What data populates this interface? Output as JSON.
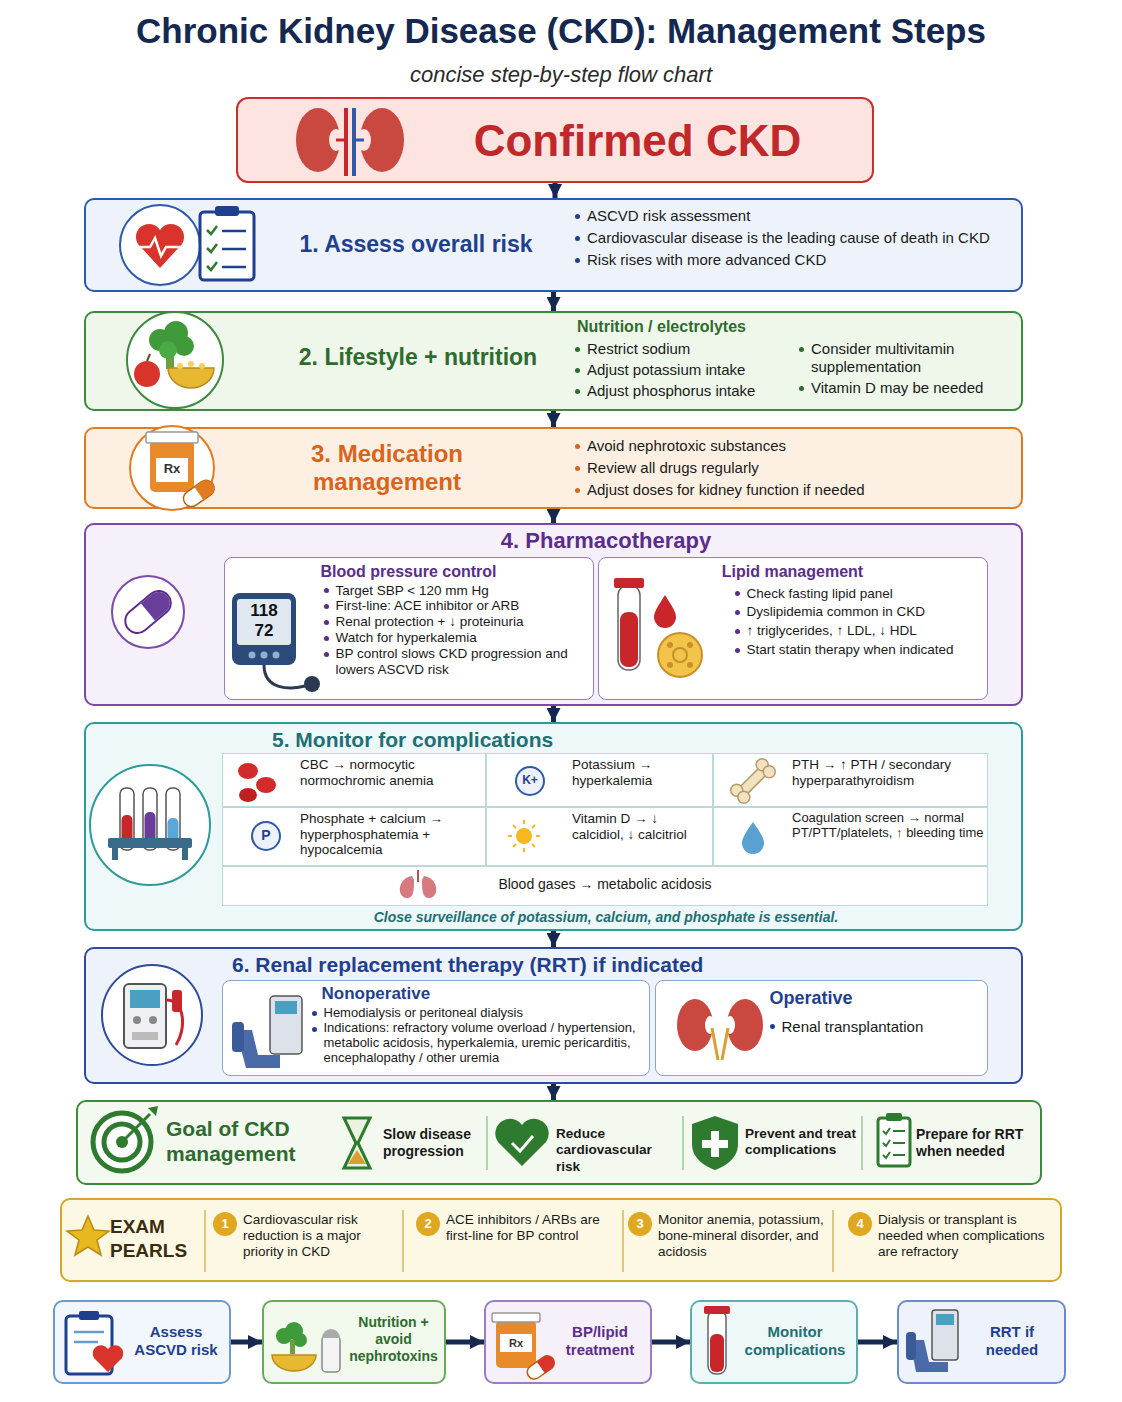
{
  "diagram": {
    "title": "Chronic Kidney Disease (CKD): Management Steps",
    "caption": "concise step-by-step flow chart",
    "nodes": [
      {
        "text": [
          "Confirmed CKD"
        ]
      },
      {
        "text": [
          "1. Assess overall risk",
          "ASCVD risk assessment",
          "Cardiovascular disease is the leading cause of death in CKD",
          "Risk rises with more advanced CKD"
        ]
      },
      {
        "text": [
          "2. Lifestyle + nutrition",
          "Nutrition / electrolytes",
          "Restrict sodium",
          "Adjust potassium intake",
          "Adjust phosphorus intake",
          "Consider multivitamin supplementation",
          "Vitamin D may be needed"
        ]
      },
      {
        "text": [
          "3. Medication management",
          "Avoid nephrotoxic substances",
          "Review all drugs regularly",
          "Adjust doses for kidney function if needed"
        ]
      },
      {
        "text": [
          "4. Pharmacotherapy"
        ]
      },
      {
        "text": [
          "Blood pressure control",
          "Target SBP < 120 mm Hg",
          "First-line: ACE inhibitor or ARB",
          "Renal protection + ↓ proteinuria",
          "Watch for hyperkalemia",
          "BP control slows CKD progression and lowers ASCVD risk"
        ],
        "in": 4
      },
      {
        "text": [
          "Lipid management",
          "Check fasting lipid panel",
          "Dyslipidemia common in CKD",
          "↑ triglycerides, ↑ LDL, ↓ HDL",
          "Start statin therapy when indicated"
        ],
        "in": 4
      },
      {
        "text": [
          "5. Monitor for complications",
          "Close surveillance of potassium, calcium, and phosphate is essential."
        ]
      },
      {
        "text": [
          "CBC → normocytic normochromic anemia"
        ],
        "in": 7
      },
      {
        "text": [
          "Potassium → hyperkalemia"
        ],
        "in": 7
      },
      {
        "text": [
          "PTH → ↑ PTH / secondary hyperparathyroidism"
        ],
        "in": 7
      },
      {
        "text": [
          "Phosphate + calcium → hyperphosphatemia + hypocalcemia"
        ],
        "in": 7
      },
      {
        "text": [
          "Vitamin D → ↓ calcidiol, ↓ calcitriol"
        ],
        "in": 7
      },
      {
        "text": [
          "Coagulation screen → normal PT/PTT/platelets, ↑ bleeding time"
        ],
        "in": 7
      },
      {
        "text": [
          "Blood gases → metabolic acidosis"
        ],
        "in": 7
      },
      {
        "text": [
          "6. Renal replacement therapy (RRT) if indicated"
        ]
      },
      {
        "text": [
          "Nonoperative",
          "Hemodialysis or peritoneal dialysis",
          "Indications: refractory volume overload / hypertension, metabolic acidosis, hyperkalemia, uremic pericarditis, encephalopathy / other uremia"
        ],
        "in": 15
      },
      {
        "text": [
          "Operative",
          "Renal transplantation"
        ],
        "in": 15
      },
      {
        "text": [
          "Goal of CKD management"
        ]
      },
      {
        "text": [
          "Slow disease progression"
        ],
        "in": 18
      },
      {
        "text": [
          "Reduce cardiovascular risk"
        ],
        "in": 18
      },
      {
        "text": [
          "Prevent and treat complications"
        ],
        "in": 18
      },
      {
        "text": [
          "Prepare for RRT when needed"
        ],
        "in": 18
      },
      {
        "text": [
          "EXAM PEARLS"
        ]
      },
      {
        "text": [
          "1",
          "Cardiovascular risk reduction is a major priority in CKD"
        ],
        "in": 23
      },
      {
        "text": [
          "2",
          "ACE inhibitors / ARBs are first-line for BP control"
        ],
        "in": 23
      },
      {
        "text": [
          "3",
          "Monitor anemia, potassium, bone-mineral disorder, and acidosis"
        ],
        "in": 23
      },
      {
        "text": [
          "4",
          "Dialysis or transplant is needed when complications are refractory"
        ],
        "in": 23
      },
      {
        "text": [
          "Assess ASCVD risk"
        ]
      },
      {
        "text": [
          "Nutrition + avoid nephrotoxins"
        ]
      },
      {
        "text": [
          "BP/lipid treatment"
        ]
      },
      {
        "text": [
          "Monitor complications"
        ]
      },
      {
        "text": [
          "RRT if needed"
        ]
      }
    ],
    "edges": [
      {
        "from": 0,
        "to": 1,
        "arrow": "to"
      },
      {
        "from": 1,
        "to": 2,
        "arrow": "to"
      },
      {
        "from": 2,
        "to": 3,
        "arrow": "to"
      },
      {
        "from": 3,
        "to": 4,
        "arrow": "to"
      },
      {
        "from": 4,
        "to": 7,
        "arrow": "to"
      },
      {
        "from": 7,
        "to": 15,
        "arrow": "to"
      },
      {
        "from": 15,
        "to": 18,
        "arrow": "to"
      },
      {
        "from": 28,
        "to": 29,
        "arrow": "to"
      },
      {
        "from": 29,
        "to": 30,
        "arrow": "to"
      },
      {
        "from": 30,
        "to": 31,
        "arrow": "to"
      },
      {
        "from": 31,
        "to": 32,
        "arrow": "to"
      }
    ],
    "labels": [
      "Rx",
      "118",
      "72",
      "K+",
      "P",
      "Rx"
    ]
  }
}
